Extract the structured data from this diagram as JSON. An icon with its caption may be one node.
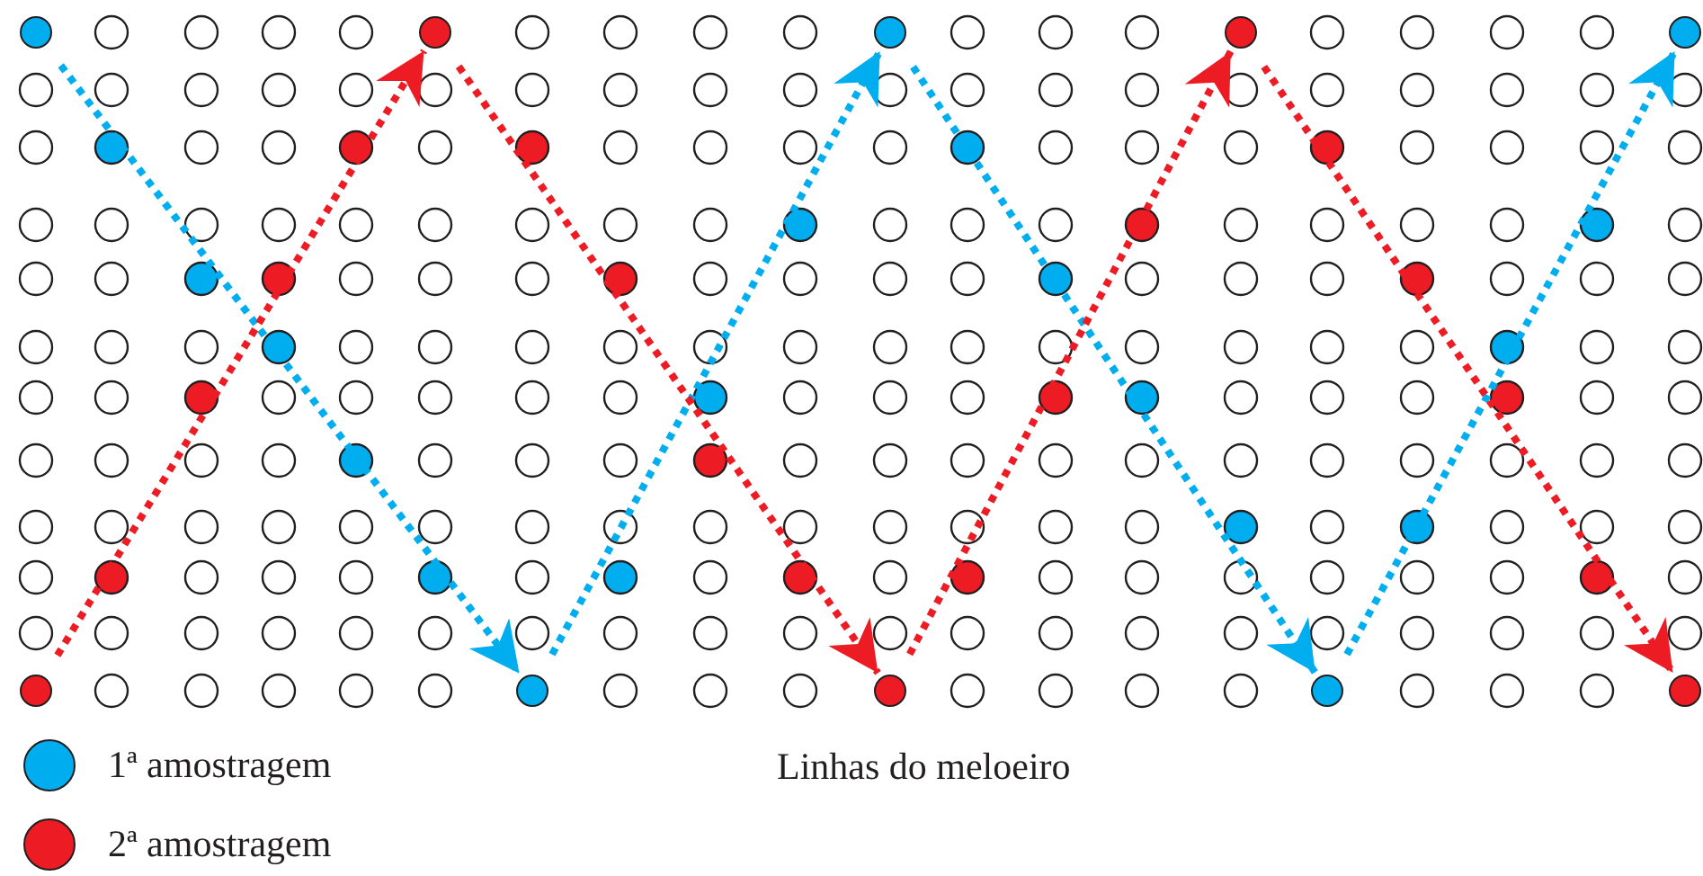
{
  "diagram": {
    "nodes": [
      {
        "text": [],
        "shape": "circle"
      },
      {
        "text": [],
        "shape": "circle"
      },
      {
        "text": [],
        "shape": "circle"
      },
      {
        "text": [],
        "shape": "circle"
      },
      {
        "text": [],
        "shape": "circle"
      },
      {
        "text": [],
        "shape": "circle"
      },
      {
        "text": [],
        "shape": "circle"
      },
      {
        "text": [],
        "shape": "circle"
      },
      {
        "text": [],
        "shape": "circle"
      },
      {
        "text": [],
        "shape": "circle"
      }
    ],
    "edges": [
      {
        "from": 0,
        "to": 6,
        "arrow": "to",
        "style": "dashed",
        "color": "#00aeef"
      },
      {
        "from": 6,
        "to": 2,
        "arrow": "to",
        "style": "dashed",
        "color": "#00aeef"
      },
      {
        "from": 2,
        "to": 8,
        "arrow": "to",
        "style": "dashed",
        "color": "#00aeef"
      },
      {
        "from": 8,
        "to": 4,
        "arrow": "to",
        "style": "dashed",
        "color": "#00aeef"
      },
      {
        "from": 5,
        "to": 1,
        "arrow": "to",
        "style": "dashed",
        "color": "#ed1c24"
      },
      {
        "from": 1,
        "to": 7,
        "arrow": "to",
        "style": "dashed",
        "color": "#ed1c24"
      },
      {
        "from": 7,
        "to": 3,
        "arrow": "to",
        "style": "dashed",
        "color": "#ed1c24"
      },
      {
        "from": 3,
        "to": 9,
        "arrow": "to",
        "style": "dashed",
        "color": "#ed1c24"
      }
    ],
    "labels": [
      "Linhas do meloeiro"
    ],
    "legend": [
      {
        "text": "1ª amostragem",
        "color": "#00aeef"
      },
      {
        "text": "2ª amostragem",
        "color": "#ed1c24"
      }
    ]
  }
}
